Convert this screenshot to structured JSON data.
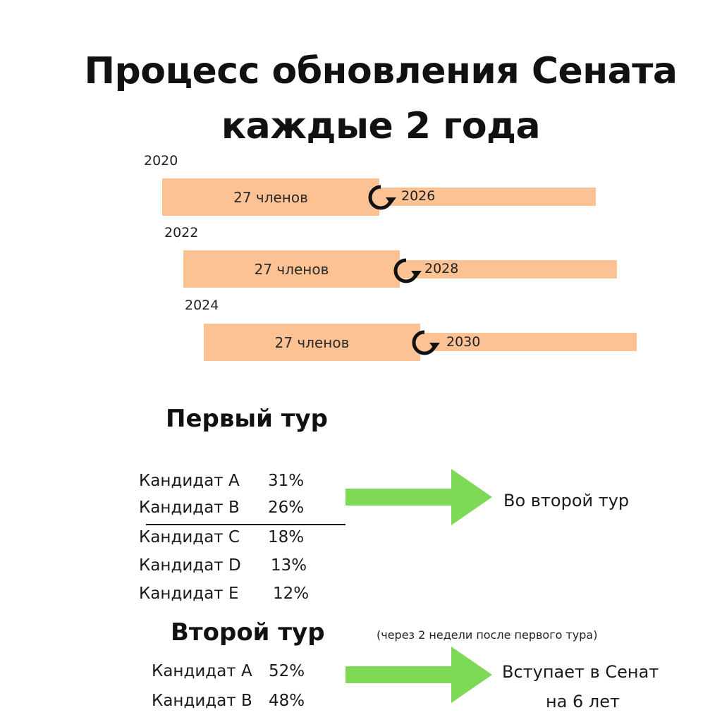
{
  "title": {
    "line1": "Процесс обновления Сената",
    "line2": "каждые 2 года"
  },
  "timeline": {
    "rows": [
      {
        "start_year": "2020",
        "label": "27 членов",
        "end_year": "2026"
      },
      {
        "start_year": "2022",
        "label": "27 членов",
        "end_year": "2028"
      },
      {
        "start_year": "2024",
        "label": "27 членов",
        "end_year": "2030"
      }
    ],
    "bar_color": "#fcc293",
    "icon": "cycle-arrow-icon"
  },
  "first_round": {
    "heading": "Первый тур",
    "candidates": [
      {
        "name": "Кандидат А",
        "percent": "31%"
      },
      {
        "name": "Кандидат В",
        "percent": "26%"
      },
      {
        "name": "Кандидат С",
        "percent": "18%"
      },
      {
        "name": "Кандидат D",
        "percent": "13%"
      },
      {
        "name": "Кандидат Е",
        "percent": "12%"
      }
    ],
    "result": "Во второй тур"
  },
  "second_round": {
    "heading": "Второй тур",
    "note": "(через 2 недели после первого тура)",
    "candidates": [
      {
        "name": "Кандидат А",
        "percent": "52%"
      },
      {
        "name": "Кандидат В",
        "percent": "48%"
      }
    ],
    "result_line1": "Вступает в Сенат",
    "result_line2": "на 6 лет"
  },
  "colors": {
    "bar": "#fcc293",
    "arrow": "#7ed957",
    "text": "#111111"
  }
}
